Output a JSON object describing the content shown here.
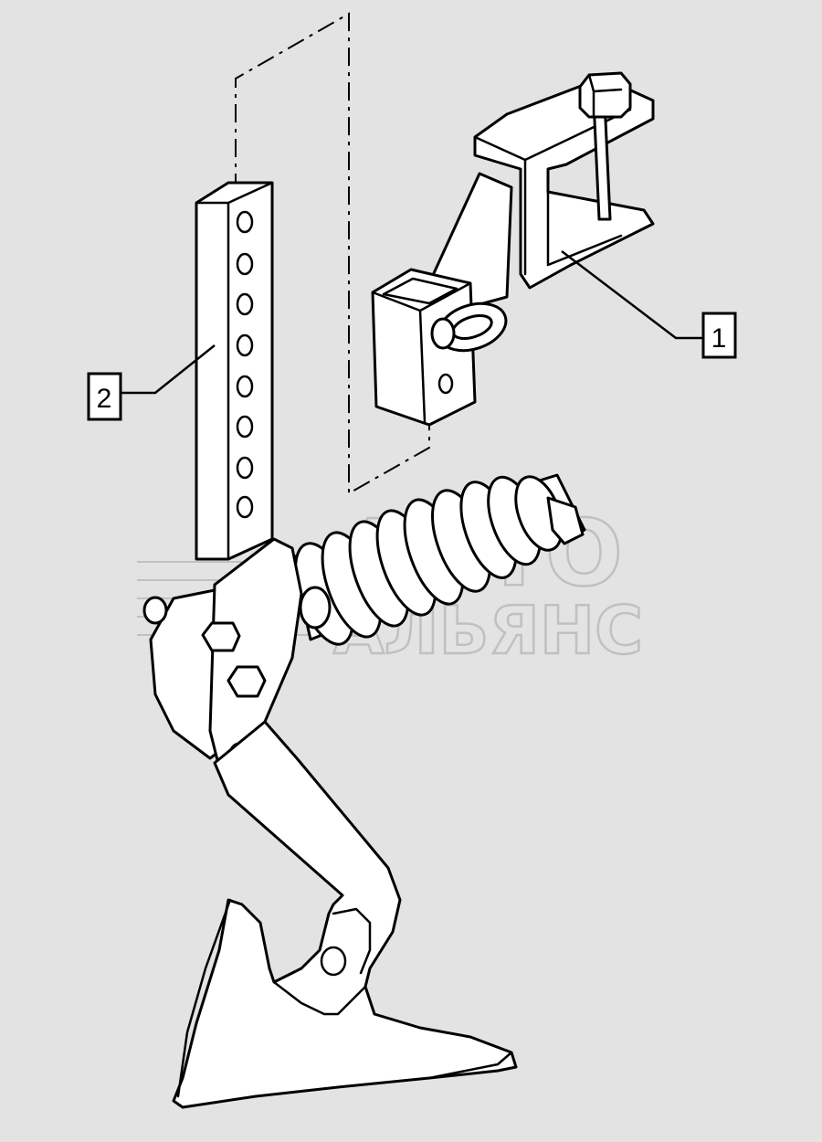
{
  "callouts": [
    {
      "id": "1",
      "label": "1"
    },
    {
      "id": "2",
      "label": "2"
    }
  ],
  "watermark": {
    "line1": "АВТО",
    "line2": "АЛЬЯНС"
  },
  "colors": {
    "background": "#e3e3e3",
    "line": "#000000",
    "fill": "#ffffff",
    "watermark": "#bdbdbd"
  }
}
